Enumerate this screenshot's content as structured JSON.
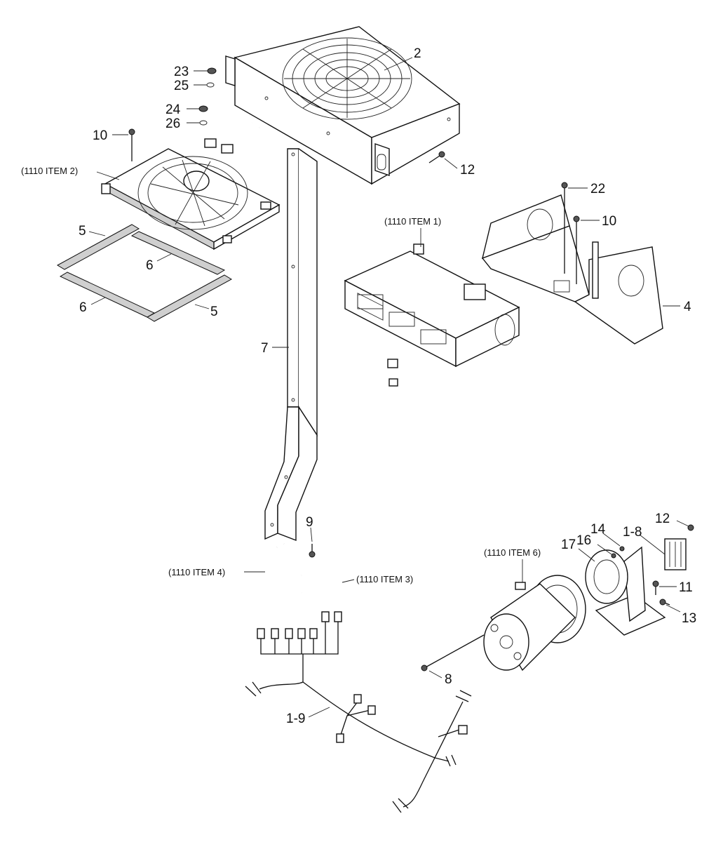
{
  "callouts": {
    "c2": "2",
    "c23": "23",
    "c25": "25",
    "c24": "24",
    "c26": "26",
    "c10a": "10",
    "c12a": "12",
    "c22": "22",
    "c10b": "10",
    "c4": "4",
    "c5a": "5",
    "c6a": "6",
    "c6b": "6",
    "c5b": "5",
    "c7": "7",
    "c9": "9",
    "c14": "14",
    "c16": "16",
    "c1_8": "1-8",
    "c12b": "12",
    "c17": "17",
    "c11": "11",
    "c13": "13",
    "c8": "8",
    "c1_9": "1-9"
  },
  "refs": {
    "item2": "(1110 ITEM 2)",
    "item1": "(1110 ITEM 1)",
    "item4": "(1110 ITEM 4)",
    "item3": "(1110 ITEM 3)",
    "item6": "(1110 ITEM 6)"
  }
}
